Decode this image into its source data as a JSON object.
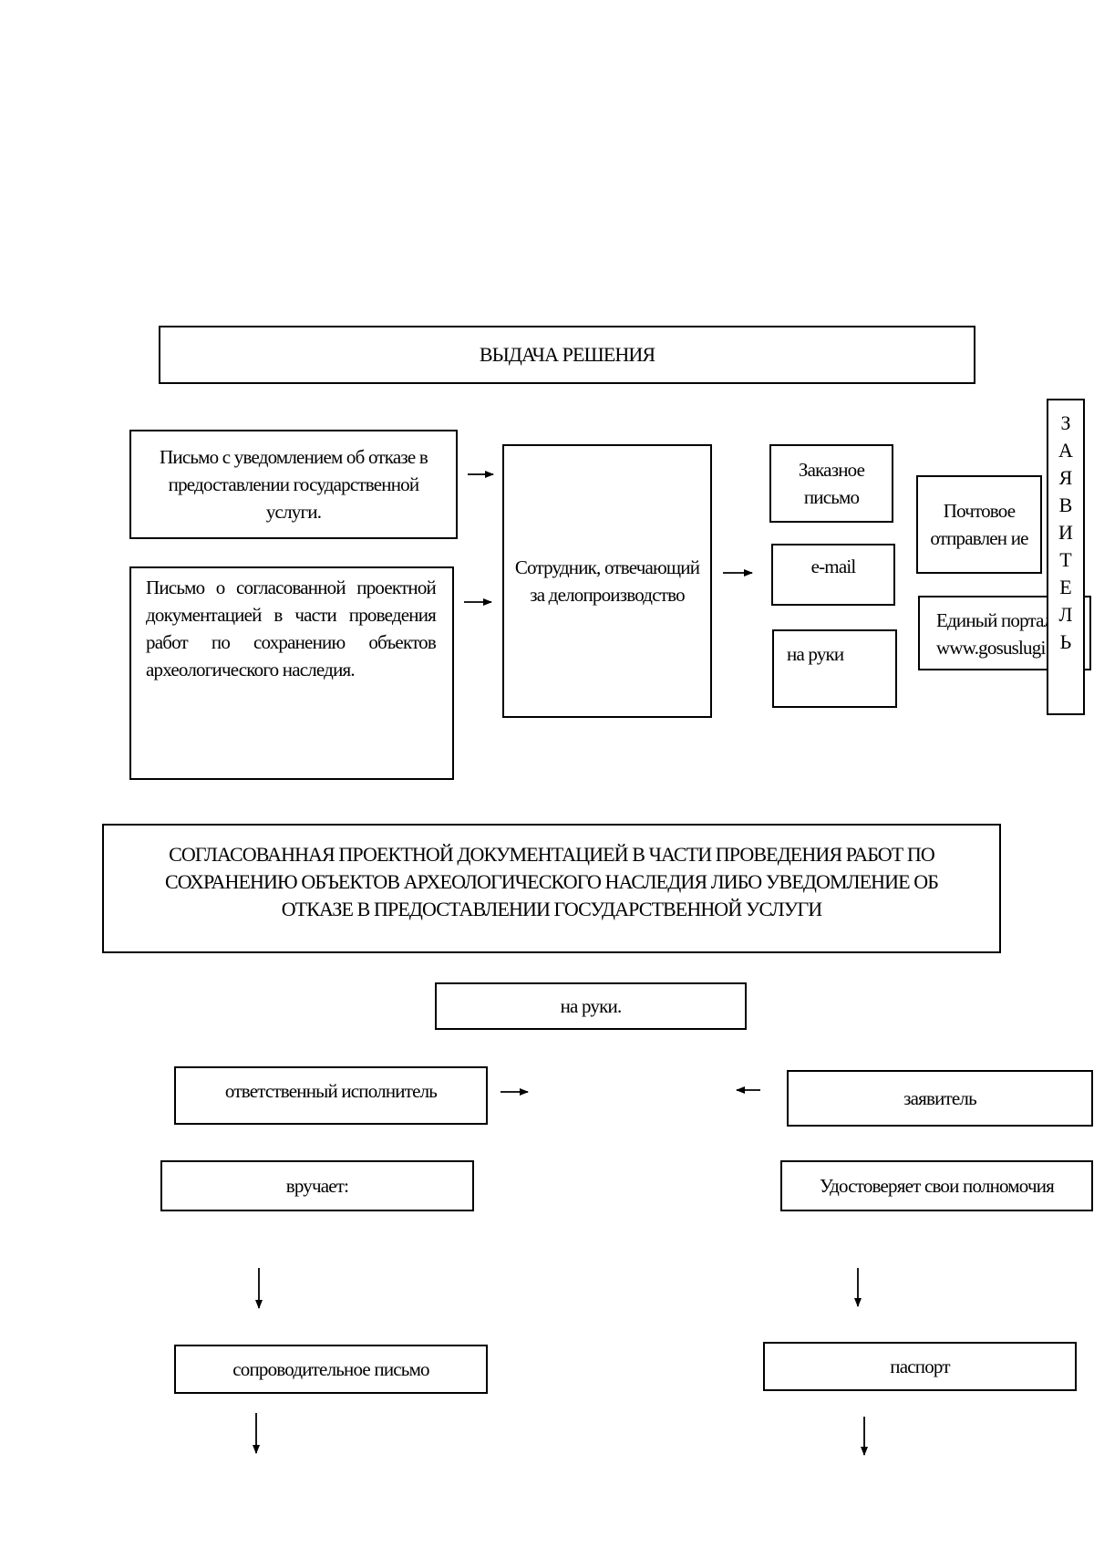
{
  "blocks": {
    "issue_decision": "ВЫДАЧА РЕШЕНИЯ",
    "refusal_letter": "Письмо с уведомлением об отказе в предоставлении государственной услуги.",
    "approval_letter": "Письмо о согласованной проектной документацией в части проведения работ по сохранению объектов археологического наследия.",
    "employee": "Сотрудник, отвечающий за делопроизводство",
    "registered_mail": "Заказное письмо",
    "email": "e-mail",
    "by_hand": "на руки",
    "postal": "Почтовое отправлен ие",
    "portal": "Единый портал www.gosuslugi",
    "applicant_vertical": [
      "З",
      "А",
      "Я",
      "В",
      "И",
      "Т",
      "Е",
      "Л",
      "Ь"
    ],
    "result": "СОГЛАСОВАННАЯ ПРОЕКТНОЙ ДОКУМЕНТАЦИЕЙ В ЧАСТИ ПРОВЕДЕНИЯ РАБОТ ПО СОХРАНЕНИЮ ОБЪЕКТОВ АРХЕОЛОГИЧЕСКОГО НАСЛЕДИЯ ЛИБО УВЕДОМЛЕНИЕ ОБ ОТКАЗЕ В ПРЕДОСТАВЛЕНИИ ГОСУДАРСТВЕННОЙ УСЛУГИ",
    "by_hand_2": "на руки.",
    "executor": "ответственный исполнитель",
    "applicant": "заявитель",
    "hands_over": "вручает:",
    "certifies": "Удостоверяет свои полномочия",
    "cover_letter": "сопроводительное письмо",
    "passport": "паспорт"
  }
}
